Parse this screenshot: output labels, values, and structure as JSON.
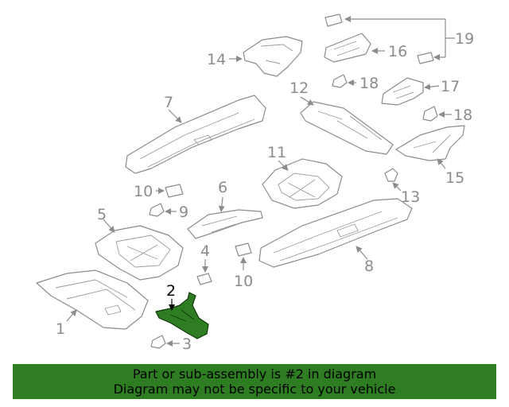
{
  "callouts": {
    "c1": "1",
    "c2": "2",
    "c3": "3",
    "c4": "4",
    "c5": "5",
    "c6": "6",
    "c7": "7",
    "c8": "8",
    "c9": "9",
    "c10a": "10",
    "c10b": "10",
    "c11": "11",
    "c12": "12",
    "c13": "13",
    "c14": "14",
    "c15": "15",
    "c16": "16",
    "c17": "17",
    "c18a": "18",
    "c18b": "18",
    "c19": "19"
  },
  "highlighted_part": "2",
  "colors": {
    "highlight": "#2f7d22",
    "callout": "#8c8c8c",
    "banner": "#2f7d22"
  },
  "banner": {
    "line1": "Part or sub-assembly is #2 in diagram",
    "line2": "Diagram may not be specific to your vehicle"
  }
}
